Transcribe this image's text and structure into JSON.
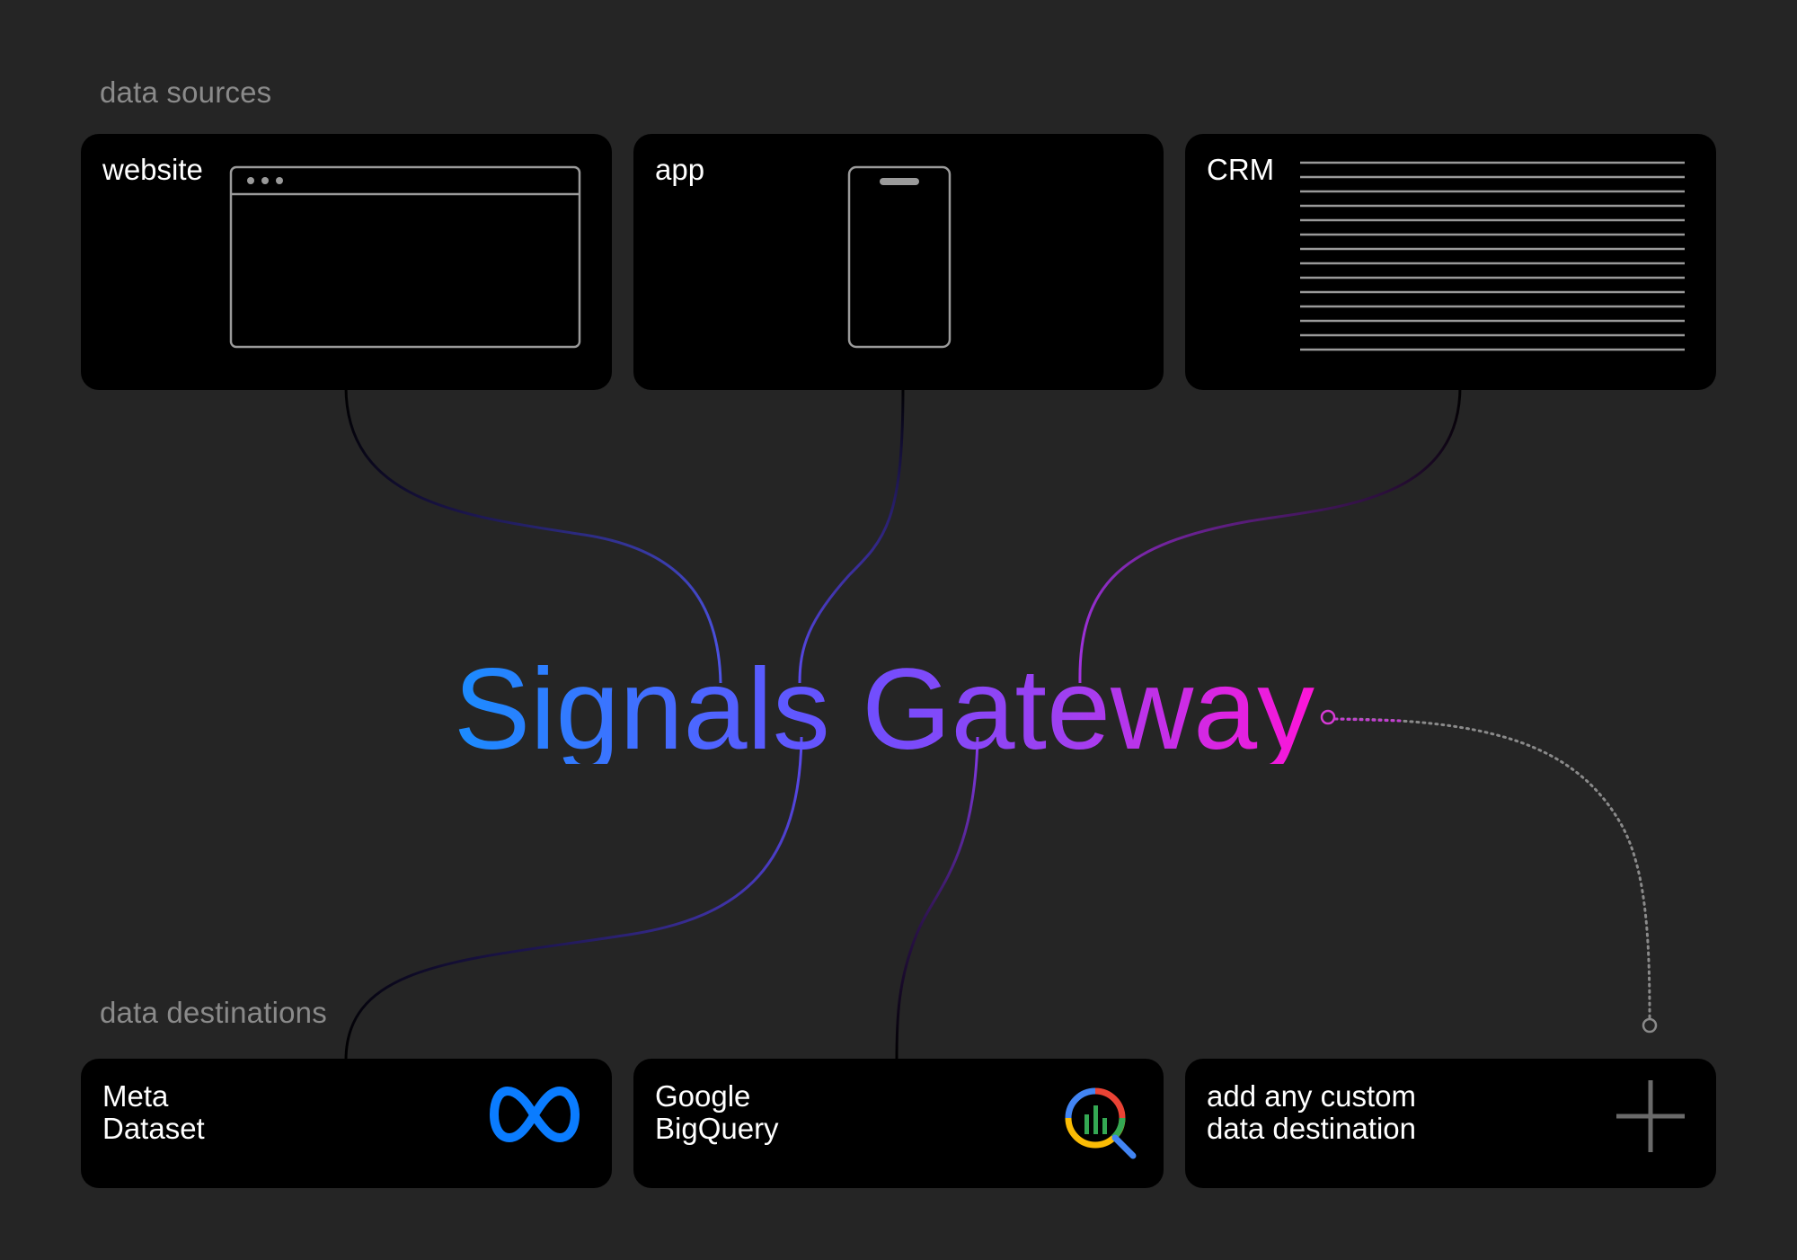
{
  "labels": {
    "sources_heading": "data sources",
    "destinations_heading": "data destinations"
  },
  "title": "Signals Gateway",
  "sources": [
    {
      "label": "website",
      "icon": "browser-window-icon"
    },
    {
      "label": "app",
      "icon": "phone-icon"
    },
    {
      "label": "CRM",
      "icon": "lines-list-icon"
    }
  ],
  "destinations": [
    {
      "label": "Meta\nDataset",
      "icon": "meta-logo-icon"
    },
    {
      "label": "Google\nBigQuery",
      "icon": "bigquery-logo-icon"
    },
    {
      "label": "add any custom\ndata destination",
      "icon": "plus-icon"
    }
  ],
  "colors": {
    "background": "#252525",
    "card": "#000000",
    "muted_text": "#8a8a8a",
    "gradient_start": "#1a8cff",
    "gradient_mid": "#7a4dff",
    "gradient_end": "#ff14d8",
    "meta_blue": "#0a7cff"
  }
}
